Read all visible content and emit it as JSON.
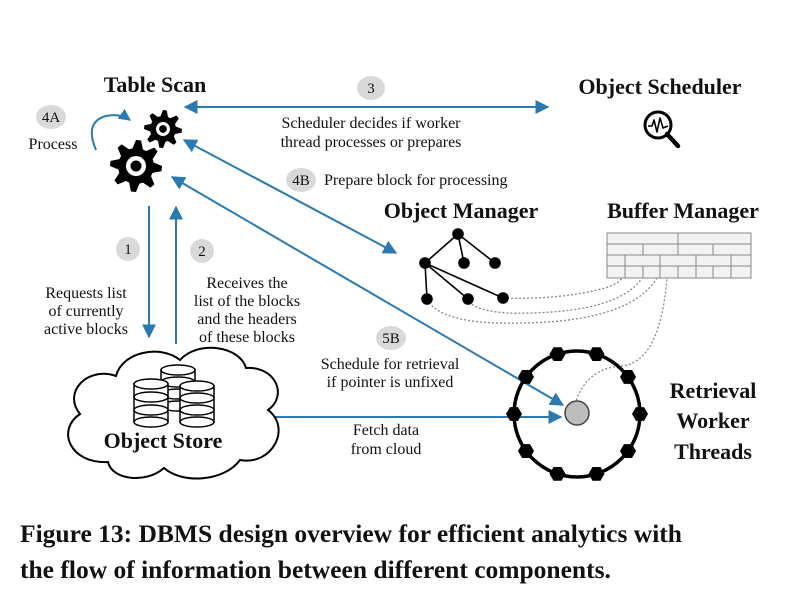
{
  "components": {
    "table_scan": "Table Scan",
    "object_scheduler": "Object Scheduler",
    "object_manager": "Object Manager",
    "buffer_manager": "Buffer Manager",
    "object_store": "Object Store",
    "retrieval_worker_threads": [
      "Retrieval",
      "Worker",
      "Threads"
    ]
  },
  "steps": {
    "s1": {
      "badge": "1",
      "text": [
        "Requests list",
        "of currently",
        "active blocks"
      ]
    },
    "s2": {
      "badge": "2",
      "text": [
        "Receives the",
        "list of the blocks",
        "and the headers",
        "of these blocks"
      ]
    },
    "s3": {
      "badge": "3",
      "text": [
        "Scheduler decides if worker",
        "thread processes or prepares"
      ]
    },
    "s4a": {
      "badge": "4A",
      "text": "Process"
    },
    "s4b": {
      "badge": "4B",
      "text": "Prepare block for processing"
    },
    "s5b": {
      "badge": "5B",
      "text": [
        "Schedule for retrieval",
        "if pointer is unfixed"
      ]
    },
    "fetch": {
      "text": [
        "Fetch data",
        "from cloud"
      ]
    }
  },
  "caption": {
    "line1": "Figure 13: DBMS design overview for efficient analytics with",
    "line2": "the flow of information between different components."
  },
  "colors": {
    "arrow": "#2a7ab0",
    "badge": "#d9d9d9",
    "ink": "#111111",
    "grid": "#888888"
  },
  "icons": [
    "gear-icon",
    "magnifier-icon",
    "database-icon",
    "cloud-icon",
    "tree-icon",
    "grid-icon"
  ]
}
